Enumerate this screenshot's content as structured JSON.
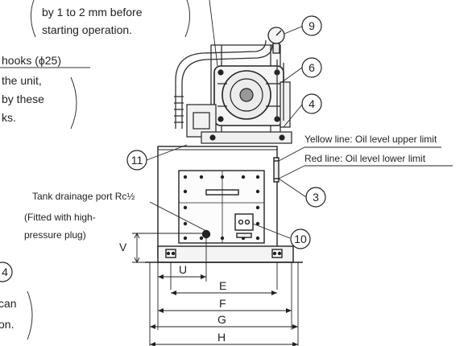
{
  "notes": {
    "adjust_line1": "by 1 to 2 mm before",
    "adjust_line2": "starting operation.",
    "hooks": "hooks (ϕ25)",
    "unit_line1": "the unit,",
    "unit_line2": "by these",
    "unit_line3": "ks.",
    "bottom_line1": "can",
    "bottom_line2": "on."
  },
  "oil_level": {
    "upper": "Yellow line: Oil level upper limit",
    "lower": "Red line: Oil level lower limit"
  },
  "drain": {
    "title": "Tank drainage port Rc½",
    "plug_line1": "(Fitted with high-",
    "plug_line2": "pressure plug)"
  },
  "callouts": [
    "9",
    "6",
    "4",
    "11",
    "3",
    "10",
    "4"
  ],
  "dimensions": {
    "v": "V",
    "u": "U",
    "e": "E",
    "f": "F",
    "g": "G",
    "h": "H"
  }
}
